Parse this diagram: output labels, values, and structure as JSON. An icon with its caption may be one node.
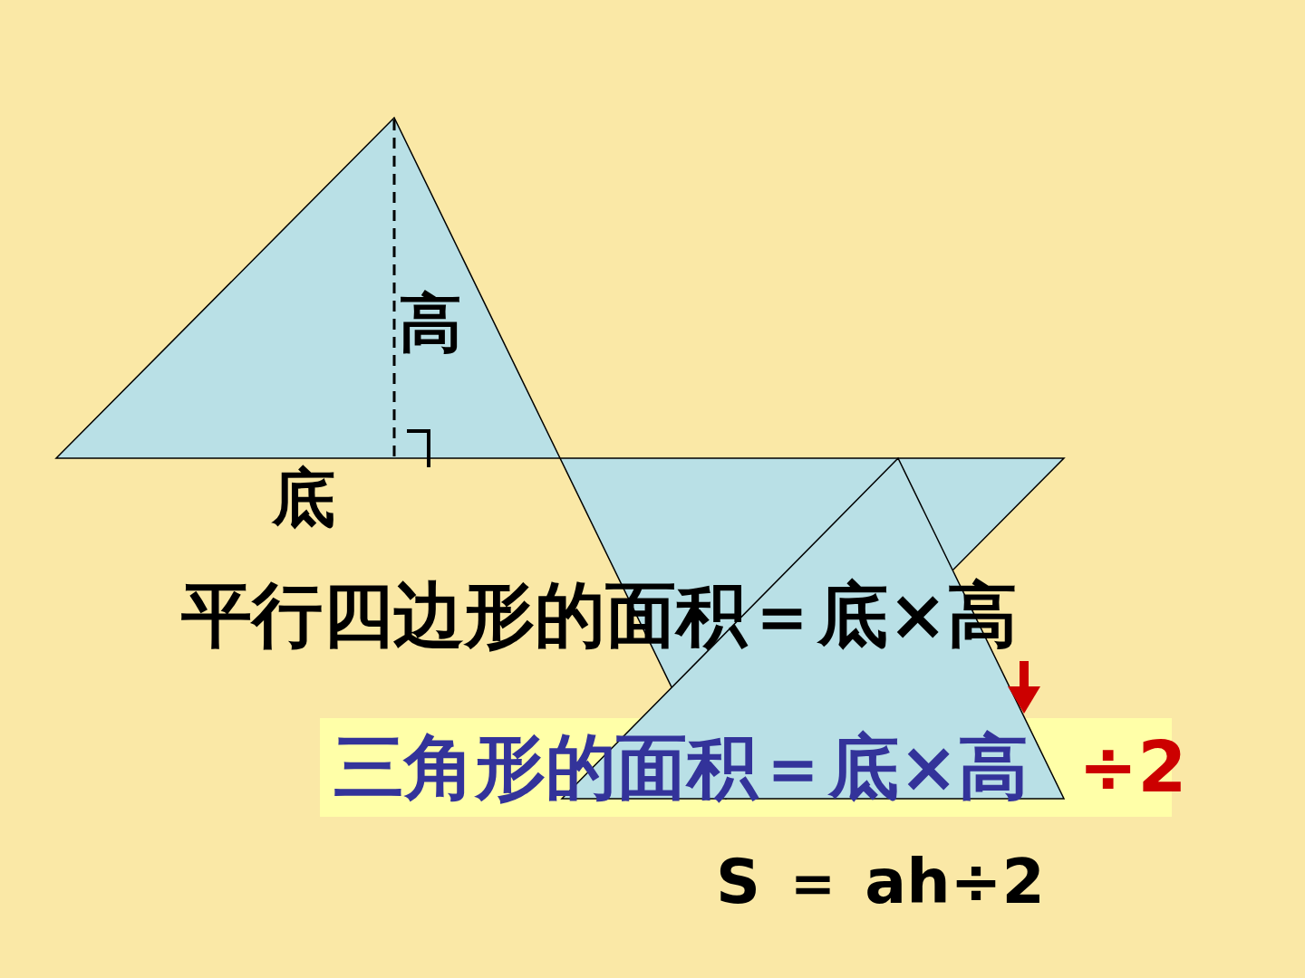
{
  "diagram": {
    "nodes": [
      {
        "text": [
          "高"
        ],
        "beside": [
          "底"
        ]
      },
      {
        "text": [],
        "shape": "triangle"
      },
      {
        "text": [],
        "shape": "triangle"
      }
    ],
    "edges": [],
    "labels": [
      "平行四边形的面积＝底×高",
      "三角形的面积＝底×高",
      "÷2",
      "S ＝ ah÷2"
    ]
  }
}
